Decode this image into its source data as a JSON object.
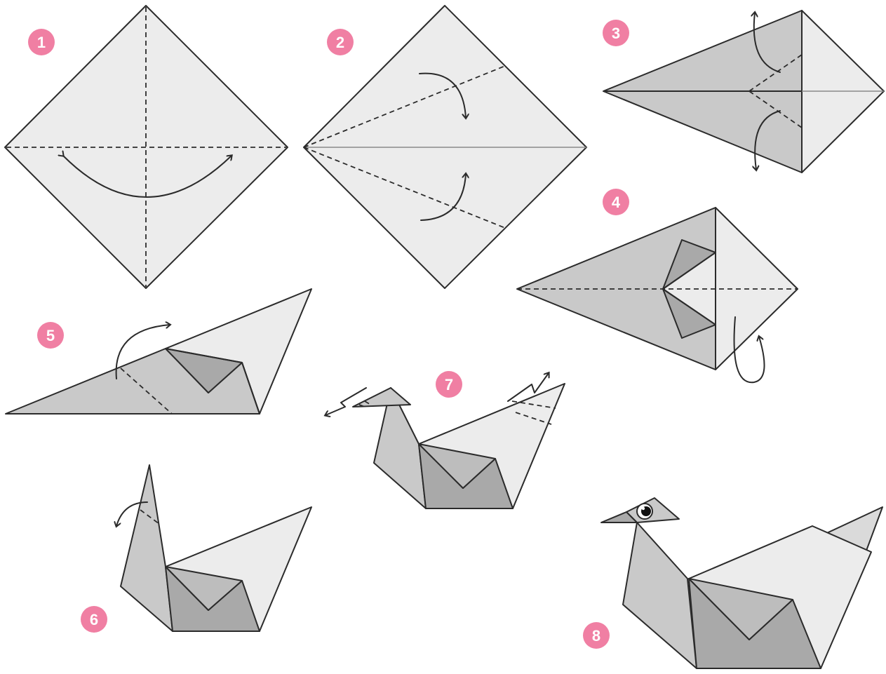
{
  "steps": [
    {
      "number": "1"
    },
    {
      "number": "2"
    },
    {
      "number": "3"
    },
    {
      "number": "4"
    },
    {
      "number": "5"
    },
    {
      "number": "6"
    },
    {
      "number": "7"
    },
    {
      "number": "8"
    }
  ],
  "colors": {
    "badge": "#f07fa3",
    "paper_light": "#ececec",
    "paper_mid": "#c9c9c9",
    "paper_dark": "#a9a9a9",
    "outline": "#2b2b2b"
  }
}
